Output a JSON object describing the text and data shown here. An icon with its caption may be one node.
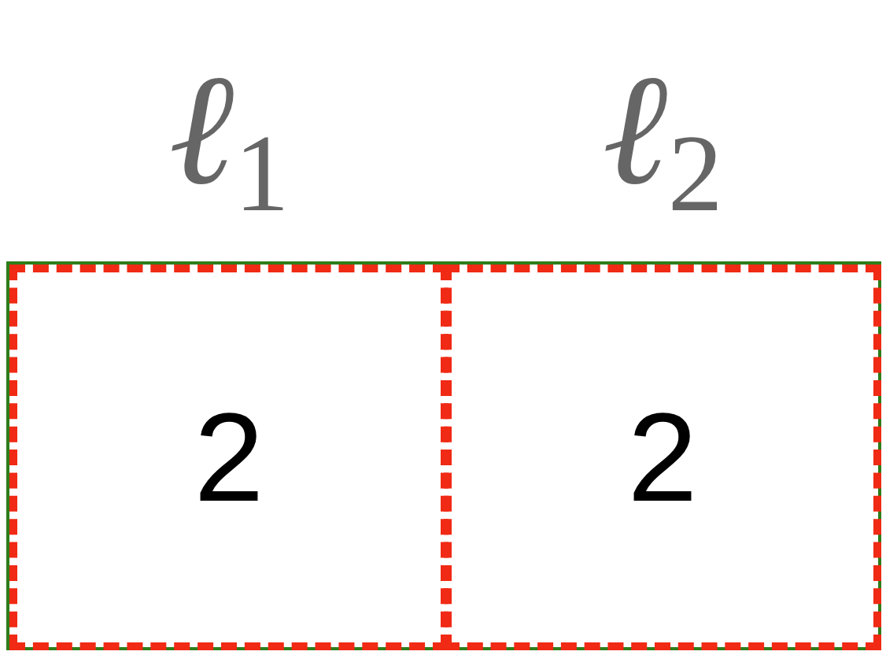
{
  "diagram": {
    "nodes": [
      {
        "text": [],
        "shape": "box"
      },
      {
        "text": [
          "ℓ$_{1}$",
          "2"
        ],
        "in": 0
      },
      {
        "text": [
          "ℓ$_{2}$",
          "2"
        ],
        "in": 0
      }
    ]
  }
}
